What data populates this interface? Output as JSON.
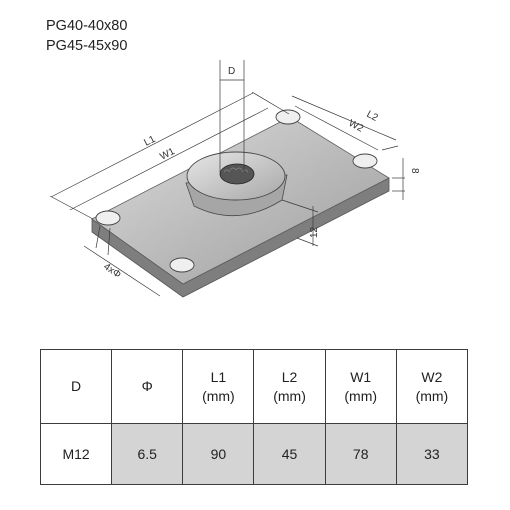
{
  "models": [
    "PG40-40x80",
    "PG45-45x90"
  ],
  "drawing_labels": {
    "d": "D",
    "l1": "L1",
    "l2": "L2",
    "w1": "W1",
    "w2": "W2",
    "h_plate": "8",
    "h_boss": "12",
    "holes": "4xΦ"
  },
  "table": {
    "headers": [
      {
        "label": "D",
        "unit": ""
      },
      {
        "label": "Φ",
        "unit": ""
      },
      {
        "label": "L1",
        "unit": "(mm)"
      },
      {
        "label": "L2",
        "unit": "(mm)"
      },
      {
        "label": "W1",
        "unit": "(mm)"
      },
      {
        "label": "W2",
        "unit": "(mm)"
      }
    ],
    "row": [
      "M12",
      "6.5",
      "90",
      "45",
      "78",
      "33"
    ]
  }
}
